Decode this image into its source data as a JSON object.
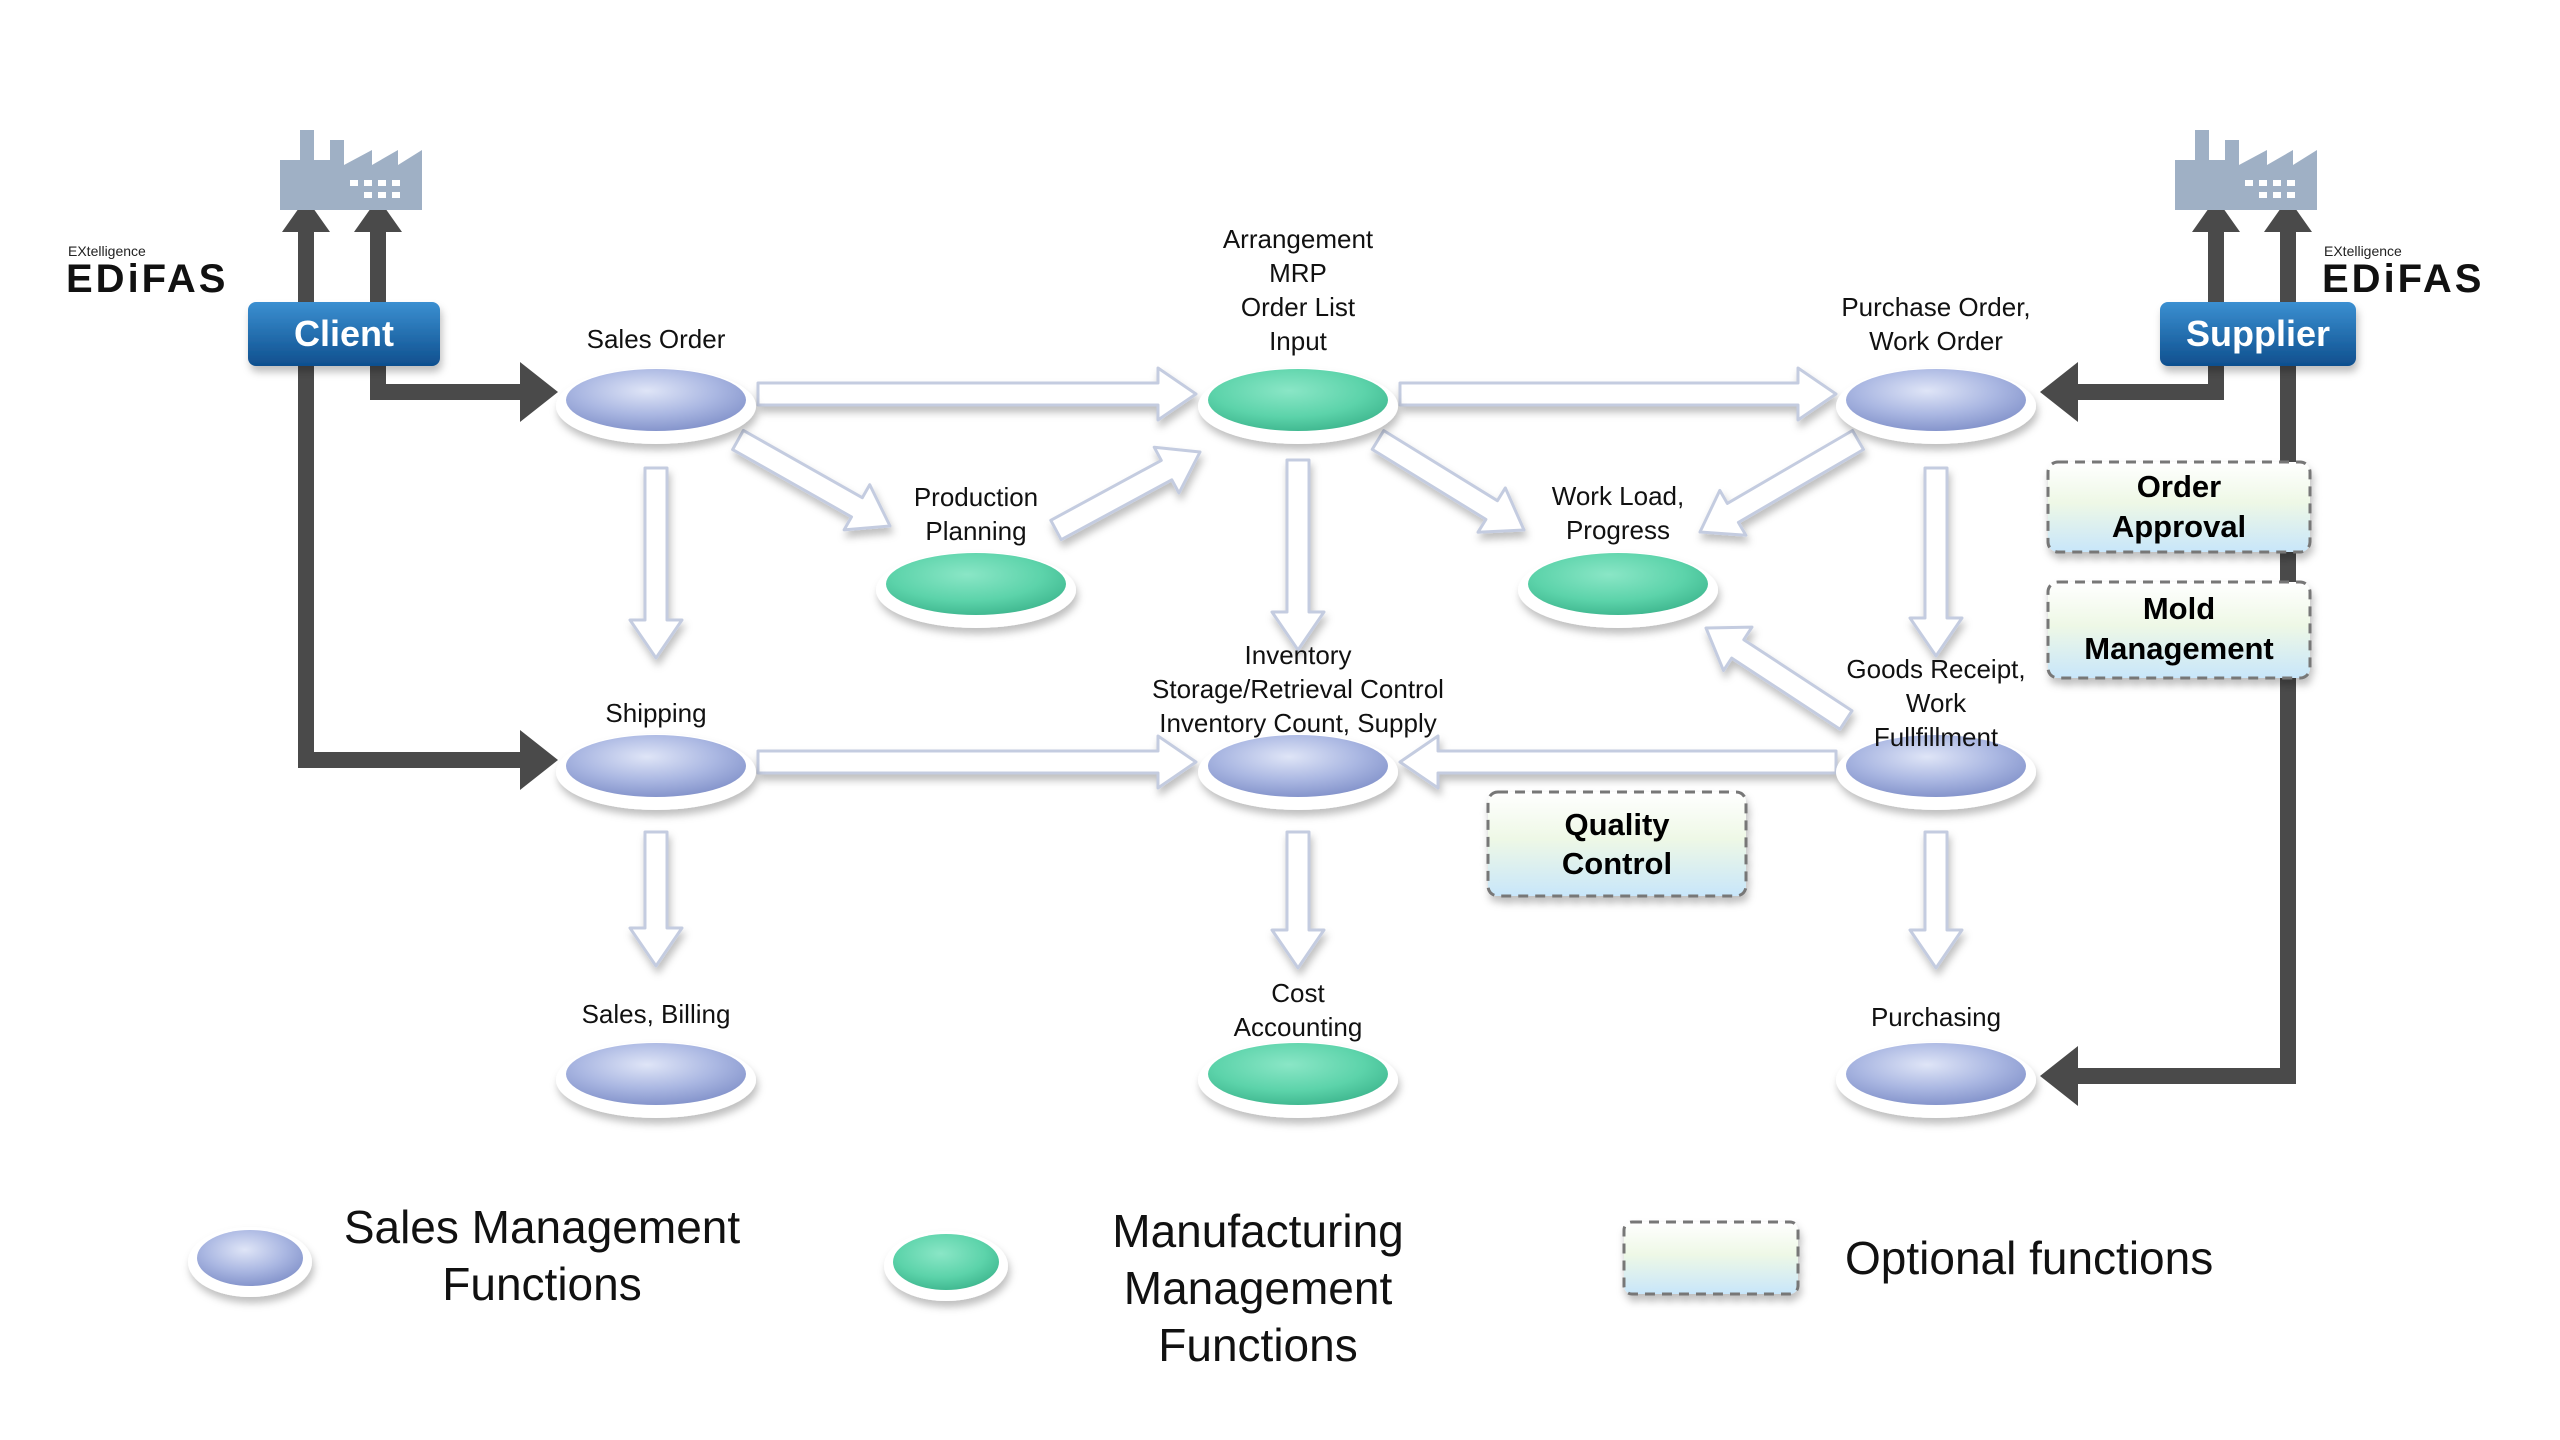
{
  "entities": {
    "client": "Client",
    "supplier": "Supplier",
    "logo_small": "EXtelligence",
    "logo_big": "EDiFAS"
  },
  "nodes": {
    "sales_order": {
      "lines": [
        "Sales Order"
      ],
      "type": "sales"
    },
    "arrangement": {
      "lines": [
        "Arrangement",
        "MRP",
        "Order List",
        "Input"
      ],
      "type": "manufacturing"
    },
    "purchase_order": {
      "lines": [
        "Purchase Order,",
        "Work Order"
      ],
      "type": "sales"
    },
    "production_planning": {
      "lines": [
        "Production",
        "Planning"
      ],
      "type": "manufacturing"
    },
    "work_load": {
      "lines": [
        "Work Load,",
        "Progress"
      ],
      "type": "manufacturing"
    },
    "shipping": {
      "lines": [
        "Shipping"
      ],
      "type": "sales"
    },
    "inventory": {
      "lines": [
        "Inventory",
        "Storage/Retrieval Control",
        "Inventory Count, Supply"
      ],
      "type": "sales"
    },
    "goods_receipt": {
      "lines": [
        "Goods Receipt,",
        "Work",
        "Fullfillment"
      ],
      "type": "sales"
    },
    "sales_billing": {
      "lines": [
        "Sales, Billing"
      ],
      "type": "sales"
    },
    "cost_accounting": {
      "lines": [
        "Cost",
        "Accounting"
      ],
      "type": "manufacturing"
    },
    "purchasing": {
      "lines": [
        "Purchasing"
      ],
      "type": "sales"
    }
  },
  "optional": {
    "order_approval": [
      "Order",
      "Approval"
    ],
    "mold_management": [
      "Mold",
      "Management"
    ],
    "quality_control": [
      "Quality",
      "Control"
    ]
  },
  "legend": {
    "sales": [
      "Sales Management",
      "Functions"
    ],
    "manufacturing": [
      "Manufacturing",
      "Management",
      "Functions"
    ],
    "optional": [
      "Optional functions"
    ]
  },
  "colors": {
    "sales_fill": "#a9b6e0",
    "manufacturing_fill": "#5fd4ad",
    "entity_button": "#1d6fb0",
    "dark_arrow": "#4a4a4a",
    "factory": "#9fb0c5"
  }
}
